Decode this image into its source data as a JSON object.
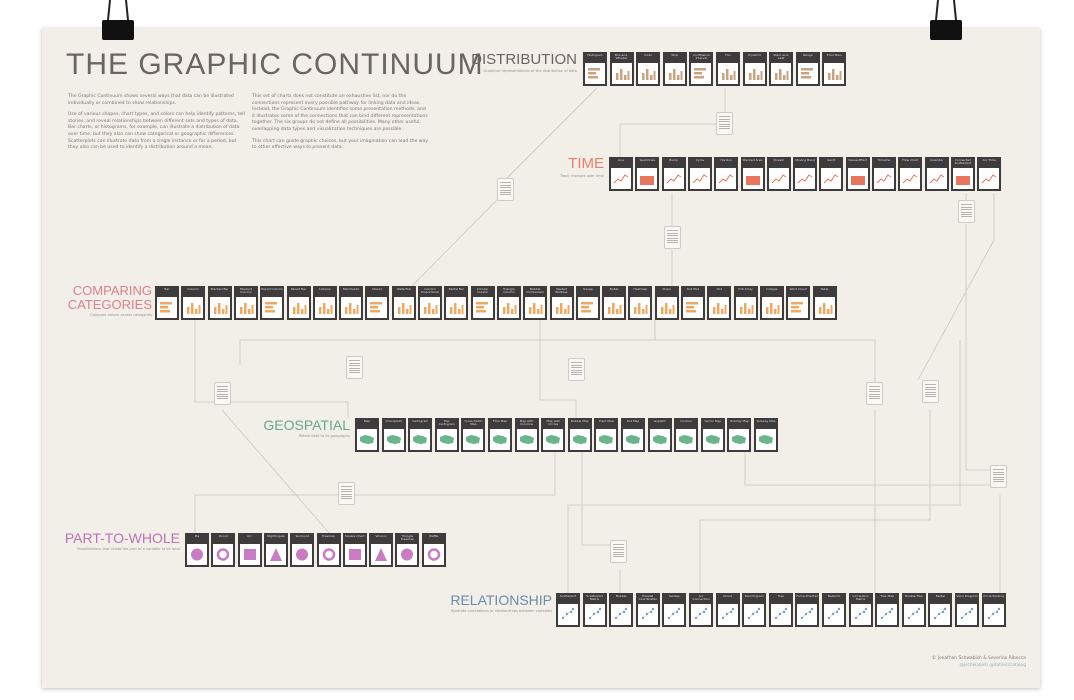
{
  "title": "THE GRAPHIC CONTINUUM",
  "intro": {
    "col1": [
      "The Graphic Continuum shows several ways that data can be illustrated individually or combined to show relationships.",
      "Use of various shapes, chart types, and colors can help identify patterns, tell stories, and reveal relationships between different sets and types of data. Bar charts, or histograms, for example, can illustrate a distribution of data over time, but they also can show categorical or geographic differences. Scatterplots can illustrate data from a single instance or for a period, but they also can be used to identify a distribution around a mean."
    ],
    "col2": [
      "This set of charts does not constitute an exhaustive list, nor do the connections represent every possible pathway for linking data and ideas. Instead, the Graphic Continuum identifies some presentation methods, and it illustrates some of the connections that can bind different representations together. The six groups do not define all possibilities. Many other useful, overlapping data types and visualization techniques are possible.",
      "This chart can guide graphic choices, but your imagination can lead the way to other effective ways to present data."
    ]
  },
  "sections": {
    "distribution": {
      "title": "DISTRIBUTION",
      "subtitle": "Graphical representations of the distribution of data",
      "color": "#c9a27e",
      "items": [
        "Histogram",
        "Box-and-Whisker",
        "Violin",
        "Strip",
        "Confidence Interval",
        "Fan",
        "Pyramid",
        "Stem-and-Leaf",
        "Range",
        "Error Bars"
      ]
    },
    "time": {
      "title": "TIME",
      "subtitle": "Track changes over time",
      "color": "#e8765c",
      "items": [
        "Line",
        "Sparklines",
        "Bump",
        "Cycle",
        "Horizon",
        "Stacked Area",
        "Stream",
        "Moving Band",
        "Gantt",
        "Cause-Effect",
        "Timeline",
        "Flow Chart",
        "Calendar",
        "Connected Scatterplot",
        "Arc Time"
      ]
    },
    "comparing": {
      "title_line1": "COMPARING",
      "title_line2": "CATEGORIES",
      "subtitle": "Compare values across categories",
      "color": "#f0a860",
      "items": [
        "Bar",
        "Column",
        "Stacked Bar",
        "Stacked Column",
        "Paired Column",
        "Paired Bar",
        "Lollipop",
        "Marimekko",
        "Mosaic",
        "Waterfall",
        "Column Proportional",
        "Radial Bar",
        "Circular Column",
        "Triangle Column",
        "Bubble Comparison",
        "Nested Bubbles",
        "Gauge",
        "Bullet",
        "Heatmap",
        "Slope",
        "Dot Plot",
        "Dot",
        "Dot Array",
        "Isotype",
        "Word Cloud",
        "Table"
      ]
    },
    "geospatial": {
      "title": "GEOSPATIAL",
      "subtitle": "Relate data to its geography",
      "color": "#6cb58c",
      "items": [
        "Map",
        "Choropleth",
        "Cartogram",
        "Hex Cartogram",
        "Cross-Hatch Map",
        "Flow Map",
        "Map with Columns",
        "Map with Circles",
        "Bubble Map",
        "Point Map",
        "Dot Map",
        "Isopleth",
        "Contour",
        "Vector Map",
        "Overlay Map",
        "Subway Map"
      ]
    },
    "part_to_whole": {
      "title": "PART-TO-WHOLE",
      "subtitle": "Visualizations that relate the part of a variable to its total",
      "color": "#c97cc4",
      "items": [
        "Pie",
        "Donut",
        "Arc",
        "Nightingale",
        "Sunburst",
        "Treemap",
        "Square Chart",
        "Voronoi",
        "Triangle Treemap",
        "Waffle"
      ]
    },
    "relationship": {
      "title": "RELATIONSHIP",
      "subtitle": "Illustrate correlations or relationships between variables",
      "color": "#7f9cc4",
      "items": [
        "Scatterplot",
        "Scatterplot Matrix",
        "Bubble",
        "Parallel Coordinates",
        "Sankey",
        "Arc Connection",
        "Chord",
        "Dendrogram",
        "Tree",
        "Force-Directed",
        "Network",
        "Correlation Matrix",
        "Tree Map",
        "Double Tree",
        "Radial",
        "Venn Diagram",
        "Circle Packing"
      ]
    }
  },
  "footer": {
    "credit": "© Jonathan Schwabish & Severino Ribecca",
    "handles": "@jschwabish  @datavizcatalog"
  },
  "colors": {
    "poster_background": "#f2eee8",
    "title": "#6a6462",
    "tile_header": "#3d3b3b",
    "connector": "#d3cec8"
  }
}
